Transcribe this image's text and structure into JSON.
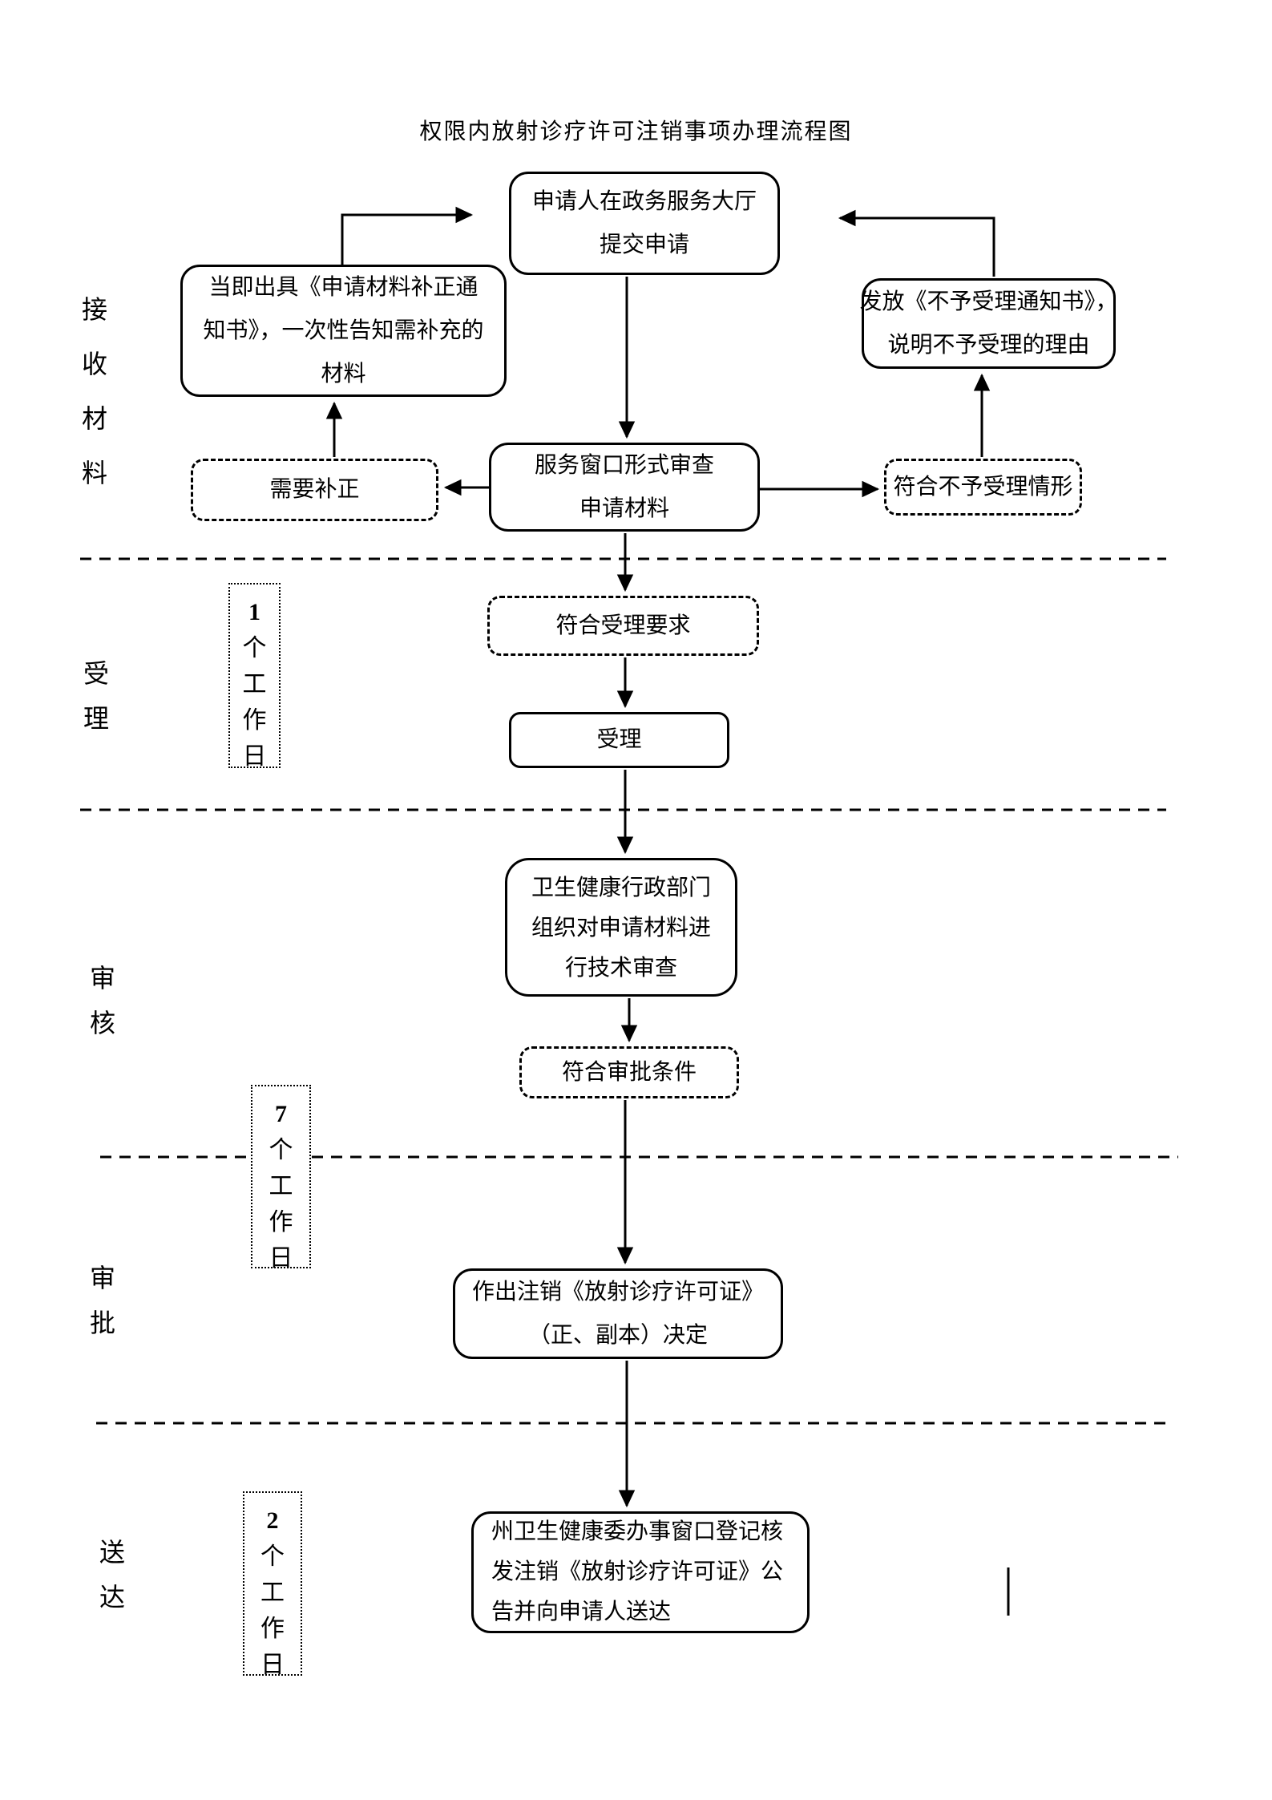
{
  "page": {
    "title": "权限内放射诊疗许可注销事项办理流程图"
  },
  "colors": {
    "ink": "#000000",
    "background": "#ffffff"
  },
  "sections": [
    {
      "label": "接收材料"
    },
    {
      "label": "受理"
    },
    {
      "label": "审核"
    },
    {
      "label": "审批"
    },
    {
      "label": "送达"
    }
  ],
  "durations": {
    "accept": "1个工作日",
    "review": "7个工作日",
    "deliver": "2个工作日"
  },
  "nodes": {
    "submit": {
      "lines": [
        "申请人在政务服务大厅",
        "提交申请"
      ]
    },
    "supplement_notice": {
      "lines": [
        "当即出具《申请材料补正通",
        "知书》，一次性告知需补充的",
        "材料"
      ]
    },
    "reject_notice": {
      "lines": [
        "发放《不予受理通知书》，",
        "说明不予受理的理由"
      ]
    },
    "window_review": {
      "lines": [
        "服务窗口形式审查",
        "申请材料"
      ]
    },
    "need_supplement": {
      "label": "需要补正"
    },
    "reject_case": {
      "label": "符合不予受理情形"
    },
    "meet_accept": {
      "label": "符合受理要求"
    },
    "accept": {
      "label": "受理"
    },
    "tech_review": {
      "lines": [
        "卫生健康行政部门",
        "组织对申请材料进",
        "行技术审查"
      ]
    },
    "meet_approval": {
      "label": "符合审批条件"
    },
    "decision": {
      "lines": [
        "作出注销《放射诊疗许可证》",
        "（正、副本）决定"
      ]
    },
    "deliver": {
      "lines": [
        "州卫生健康委办事窗口登记核",
        "发注销《放射诊疗许可证》公",
        "告并向申请人送达"
      ]
    }
  }
}
